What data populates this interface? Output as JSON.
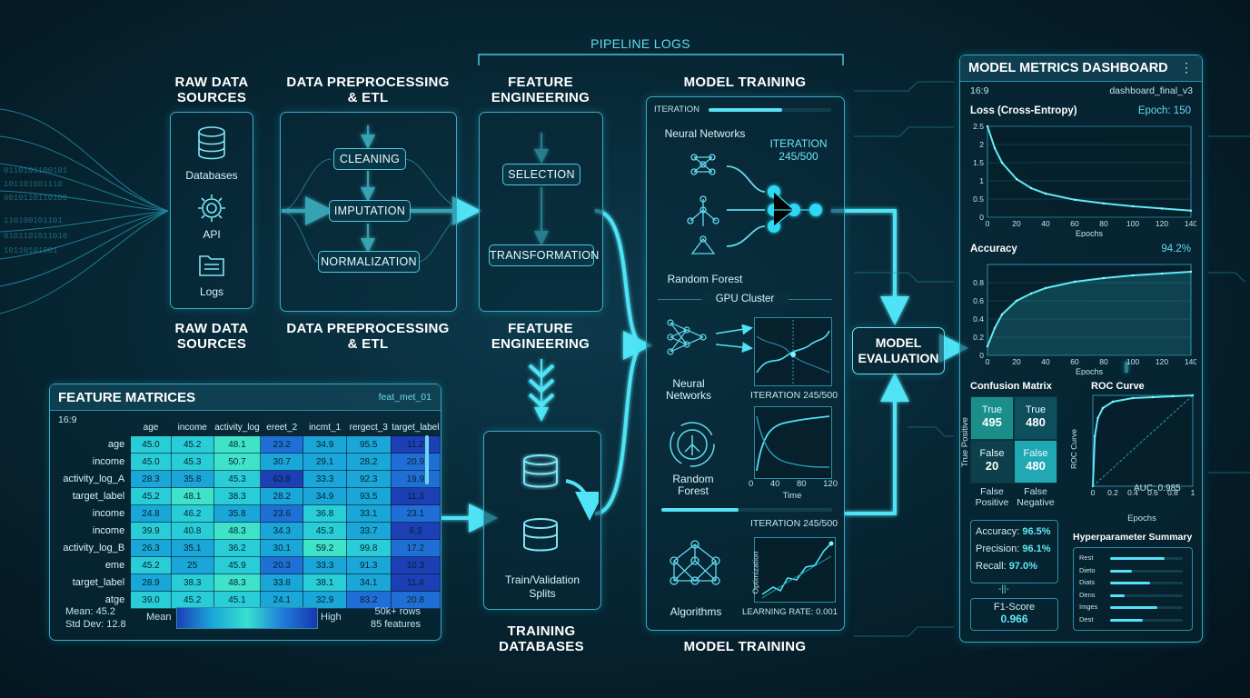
{
  "header": {
    "pipeline_logs": "PIPELINE LOGS",
    "raw_sources": "RAW DATA\nSOURCES",
    "preprocessing": "DATA PREPROCESSING\n& ETL",
    "feature_engineering": "FEATURE\nENGINEERING",
    "model_training": "MODEL TRAINING"
  },
  "raw_sources": {
    "items": [
      "Databases",
      "API",
      "Logs"
    ],
    "footer": "RAW DATA\nSOURCES"
  },
  "preprocessing": {
    "steps": [
      "CLEANING",
      "IMPUTATION",
      "NORMALIZATION"
    ],
    "footer": "DATA PREPROCESSING\n& ETL"
  },
  "feature_engineering": {
    "steps": [
      "SELECTION",
      "TRANSFORMATION"
    ],
    "footer": "FEATURE\nENGINEERING"
  },
  "training_databases": {
    "label": "Train/Validation\nSplits",
    "footer": "TRAINING\nDATABASES"
  },
  "model_training": {
    "iteration_label": "ITERATION",
    "iteration_progress": 0.6,
    "neural_networks": "Neural Networks",
    "random_forest": "Random Forest",
    "iteration_top": "ITERATION\n245/500",
    "gpu_cluster": "GPU Cluster",
    "nn_label": "Neural\nNetworks",
    "rf_label": "Random\nForest",
    "iteration_mid": "ITERATION 245/500",
    "iteration_bottom": "ITERATION 245/500",
    "time_ticks": [
      "0",
      "40",
      "80",
      "120"
    ],
    "time_label": "Time",
    "algorithms": "Algorithms",
    "optimization": "Optimization",
    "learning_rate": "LEARNING RATE: 0.001",
    "footer": "MODEL TRAINING"
  },
  "model_evaluation": {
    "label": "MODEL\nEVALUATION"
  },
  "feature_matrices": {
    "title": "FEATURE MATRICES",
    "id": "feat_met_01",
    "ratio": "16:9",
    "columns": [
      "age",
      "income",
      "activity_log",
      "ereet_2",
      "incmt_1",
      "rergect_3",
      "target_label"
    ],
    "rows": [
      {
        "label": "age",
        "values": [
          "45.0",
          "45.2",
          "48.1",
          "23.2",
          "34.9",
          "95.5",
          "11.2"
        ]
      },
      {
        "label": "income",
        "values": [
          "45.0",
          "45.3",
          "50.7",
          "30.7",
          "29.1",
          "28.2",
          "20.9"
        ]
      },
      {
        "label": "activity_log_A",
        "values": [
          "28.3",
          "35.8",
          "45.3",
          "63.8",
          "33.3",
          "92.3",
          "19.9"
        ]
      },
      {
        "label": "target_label",
        "values": [
          "45.2",
          "48.1",
          "38.3",
          "28.2",
          "34.9",
          "93.5",
          "11.3"
        ]
      },
      {
        "label": "income",
        "values": [
          "24.8",
          "46.2",
          "35.8",
          "23.6",
          "36.8",
          "33.1",
          "23.1"
        ]
      },
      {
        "label": "income",
        "values": [
          "39.9",
          "40.8",
          "48.3",
          "34.3",
          "45.3",
          "33.7",
          "8.3"
        ]
      },
      {
        "label": "activity_log_B",
        "values": [
          "26.3",
          "35.1",
          "36.2",
          "30.1",
          "59.2",
          "99.8",
          "17.2"
        ]
      },
      {
        "label": "eme",
        "values": [
          "45.2",
          "25",
          "45.9",
          "20.3",
          "33.3",
          "91.3",
          "10.3"
        ]
      },
      {
        "label": "target_label",
        "values": [
          "28.9",
          "38.3",
          "48.3",
          "33.8",
          "38.1",
          "34.1",
          "11.4"
        ]
      },
      {
        "label": "atge",
        "values": [
          "39.0",
          "45.2",
          "45.1",
          "24.1",
          "32.9",
          "83.2",
          "20.8"
        ]
      }
    ],
    "mean": "Mean: 45.2",
    "std": "Std Dev: 12.8",
    "legend_low": "Mean",
    "legend_high": "High",
    "rows_count": "50k+ rows",
    "features_count": "85 features"
  },
  "dashboard": {
    "title": "MODEL METRICS DASHBOARD",
    "ratio": "16:9",
    "file": "dashboard_final_v3",
    "loss_title": "Loss (Cross-Entropy)",
    "epoch_label": "Epoch: 150",
    "accuracy_title": "Accuracy",
    "accuracy_value": "94.2%",
    "epochs_axis": "Epochs",
    "confusion_title": "Confusion Matrix",
    "true_positive_axis": "True Positive",
    "cm": [
      {
        "label": "True",
        "value": "495"
      },
      {
        "label": "True",
        "value": "480"
      },
      {
        "label": "False",
        "value": "20"
      },
      {
        "label": "False",
        "value": "480"
      }
    ],
    "cm_footer": [
      "False\nPositive",
      "False\nNegative"
    ],
    "roc_title": "ROC Curve",
    "roc_axis": "ROC Curve",
    "auc": "AUC: 0.985",
    "roc_xlabel": "Epochs",
    "metrics": [
      {
        "label": "Accuracy:",
        "value": "96.5%"
      },
      {
        "label": "Precision:",
        "value": "96.1%"
      },
      {
        "label": "Recall:",
        "value": "97.0%"
      }
    ],
    "f1_label": "F1-Score",
    "f1_value": "0.966",
    "hyper_title": "Hyperparameter Summary",
    "hyper": [
      {
        "label": "Rest",
        "level": 0.75
      },
      {
        "label": "Dieto",
        "level": 0.3
      },
      {
        "label": "Diats",
        "level": 0.55
      },
      {
        "label": "Dens",
        "level": 0.2
      },
      {
        "label": "Imges",
        "level": 0.65
      },
      {
        "label": "Dest",
        "level": 0.45
      }
    ]
  },
  "chart_data": [
    {
      "type": "line",
      "title": "Loss (Cross-Entropy)",
      "xlabel": "Epochs",
      "ylabel": "",
      "xlim": [
        0,
        140
      ],
      "ylim": [
        0,
        2.5
      ],
      "xticks": [
        0,
        20,
        40,
        60,
        80,
        100,
        120,
        140
      ],
      "yticks": [
        0,
        0.5,
        1.0,
        1.5,
        2.0,
        2.5
      ],
      "x": [
        0,
        5,
        10,
        20,
        30,
        40,
        60,
        80,
        100,
        120,
        140
      ],
      "y": [
        2.5,
        1.9,
        1.5,
        1.05,
        0.8,
        0.65,
        0.48,
        0.38,
        0.3,
        0.24,
        0.18
      ]
    },
    {
      "type": "line",
      "title": "Accuracy",
      "xlabel": "Epochs",
      "ylabel": "",
      "xlim": [
        0,
        140
      ],
      "ylim": [
        0,
        1.0
      ],
      "xticks": [
        0,
        20,
        40,
        60,
        80,
        100,
        120,
        140
      ],
      "yticks": [
        0,
        0.2,
        0.4,
        0.6,
        0.8
      ],
      "x": [
        0,
        5,
        10,
        20,
        30,
        40,
        60,
        80,
        100,
        120,
        140
      ],
      "y": [
        0.1,
        0.3,
        0.45,
        0.6,
        0.68,
        0.74,
        0.81,
        0.85,
        0.88,
        0.9,
        0.92
      ]
    },
    {
      "type": "line",
      "title": "ROC Curve",
      "xlabel": "Epochs",
      "ylabel": "ROC Curve",
      "xlim": [
        0,
        1.0
      ],
      "ylim": [
        0,
        1.0
      ],
      "xticks": [
        0,
        0.2,
        0.4,
        0.6,
        0.8,
        1.0
      ],
      "x": [
        0,
        0.02,
        0.05,
        0.1,
        0.2,
        0.4,
        0.6,
        0.8,
        1.0
      ],
      "y": [
        0,
        0.55,
        0.75,
        0.86,
        0.93,
        0.97,
        0.98,
        0.99,
        1.0
      ]
    }
  ]
}
